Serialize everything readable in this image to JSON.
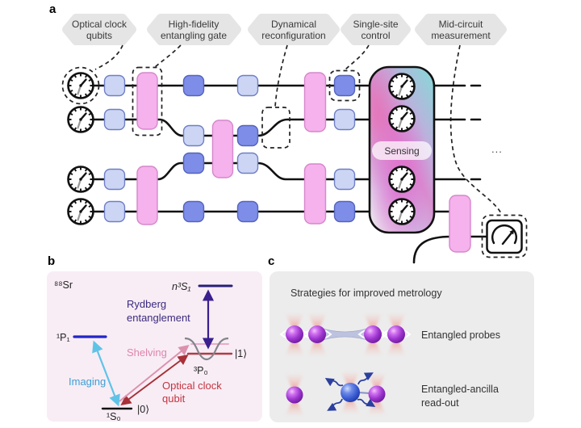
{
  "colors": {
    "gate_light_blue": "#ccd6f4",
    "gate_dark_blue": "#7d8de8",
    "gate_pink": "#f5b2ec",
    "callout_gray": "#e5e5e5",
    "sensing_teal": "#8fd2d8",
    "sensing_magenta": "#e266cc",
    "panel_b_bg": "#f8edf5",
    "panel_c_bg": "#ececec",
    "rydberg_purple": "#3a2a7d",
    "shelving_pink": "#e084ad",
    "imaging_cyan": "#3d9fd4",
    "clock_red": "#c23440",
    "atom_purple": "#8c28c0",
    "atom_blue": "#2b4ec8"
  },
  "panel_a": {
    "letter": "a",
    "callouts": [
      {
        "line1": "Optical clock",
        "line2": "qubits"
      },
      {
        "line1": "High-fidelity",
        "line2": "entangling gate"
      },
      {
        "line1": "Dynamical",
        "line2": "reconfiguration"
      },
      {
        "line1": "Single-site",
        "line2": "control"
      },
      {
        "line1": "Mid-circuit",
        "line2": "measurement"
      }
    ],
    "sensing_label": "Sensing",
    "ellipsis": "..."
  },
  "panel_b": {
    "letter": "b",
    "isotope": "⁸⁸Sr",
    "levels": {
      "rydberg": "n³S₁",
      "p1": "¹P₁",
      "p0": "³P₀",
      "s0": "¹S₀"
    },
    "states": {
      "zero": "|0⟩",
      "one": "|1⟩"
    },
    "labels": {
      "rydberg_line1": "Rydberg",
      "rydberg_line2": "entanglement",
      "shelving": "Shelving",
      "imaging": "Imaging",
      "clock_line1": "Optical clock",
      "clock_line2": "qubit"
    }
  },
  "panel_c": {
    "letter": "c",
    "title": "Strategies for improved metrology",
    "items": [
      {
        "label": "Entangled probes"
      },
      {
        "label_line1": "Entangled-ancilla",
        "label_line2": "read-out"
      }
    ]
  }
}
